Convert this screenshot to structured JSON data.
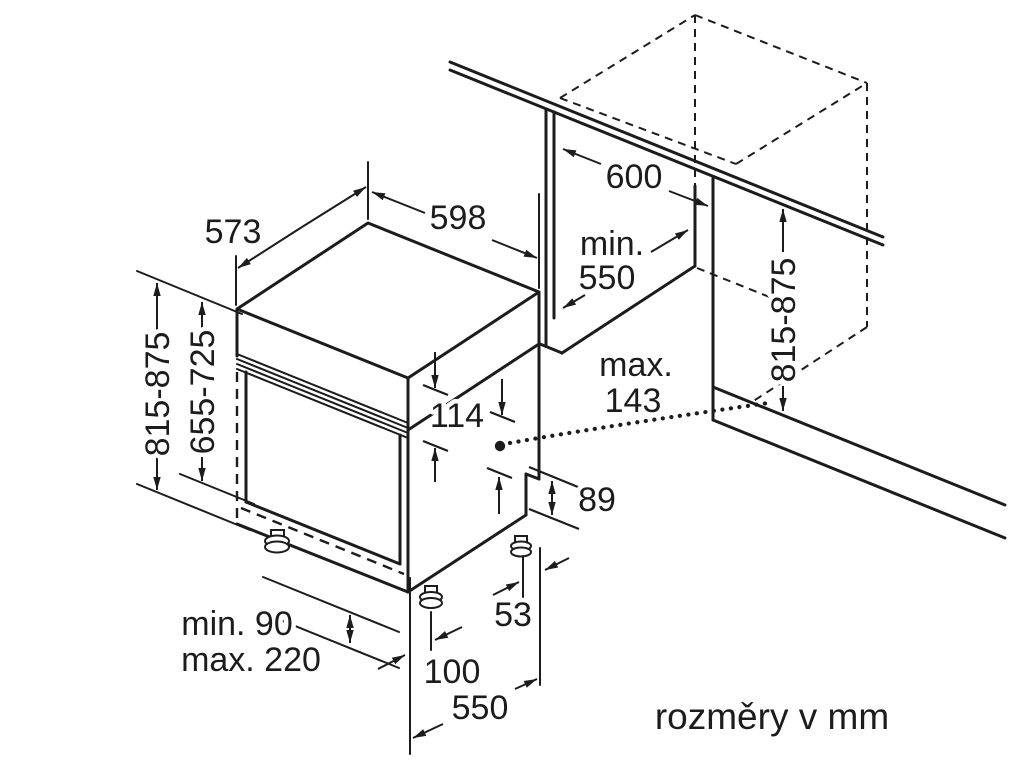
{
  "caption": "rozměry v mm",
  "dims": {
    "top_depth": "573",
    "top_width": "598",
    "height_total": "815-875",
    "front_height": "655-725",
    "top_clearance": "114",
    "max_clearance_word": "max.",
    "max_clearance_value": "143",
    "rear_notch": "89",
    "rear_foot_inset": "53",
    "front_foot_inset": "100",
    "base_depth": "550",
    "plinth_min": "min. 90",
    "plinth_max": "max. 220",
    "niche_width": "600",
    "niche_depth_word": "min.",
    "niche_depth_value": "550",
    "niche_height": "815-875"
  }
}
